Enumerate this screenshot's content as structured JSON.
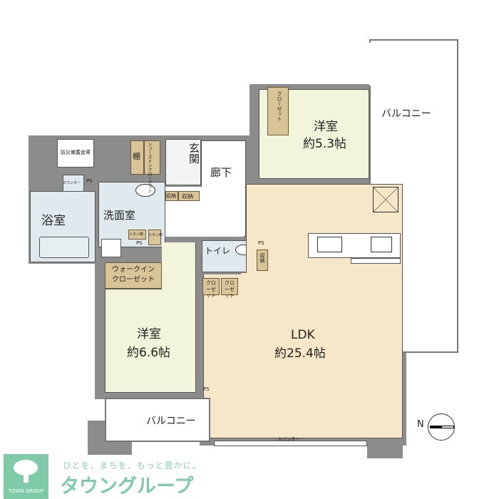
{
  "rooms": {
    "western_room_1": {
      "name": "洋室",
      "size": "約5.3帖"
    },
    "western_room_2": {
      "name": "洋室",
      "size": "約6.6帖"
    },
    "ldk": {
      "name": "LDK",
      "size": "約25.4帖"
    },
    "bathroom": "浴室",
    "washroom": "洗面室",
    "entrance": "玄関",
    "hallway": "廊下",
    "toilet": "トイレ",
    "walk_in_closet": "ウォークインクローゼット",
    "shoes_in_closet": "シューズインクローゼット",
    "shelf": "棚",
    "storage_1": "収納",
    "storage_2": "収納",
    "storage_3": "収納",
    "closet_top": "クローゼット",
    "closet_a": "クローゼット",
    "closet_b": "クローゼット",
    "linen_1": "リネン庫",
    "linen_2": "リネン庫",
    "disaster_storage": "防災備蓄倉庫",
    "counter_small": "カウンター",
    "counter_ldk": "カウンター",
    "balcony_right": "バルコニー",
    "balcony_bottom": "バルコニー",
    "ps": "PS",
    "north": "N"
  },
  "logo": {
    "tagline": "ひとを、まちを、もっと豊かに。",
    "name": "タウングループ",
    "brand_en": "TOWN GROUP",
    "color": "#7fcaa8"
  }
}
